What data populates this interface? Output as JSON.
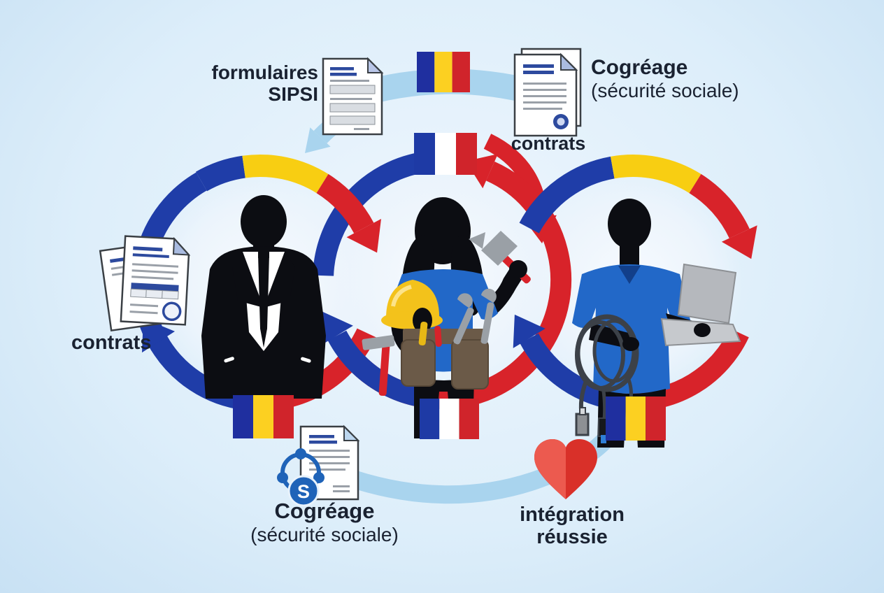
{
  "labels": {
    "sipsi_line1": "formulaires",
    "sipsi_line2": "SIPSI",
    "contrats_top": "contrats",
    "contrats_left": "contrats",
    "cogreage_top": {
      "title": "Cogréage",
      "subtitle": "(sécurité sociale)"
    },
    "cogreage_bottom": {
      "title": "Cogréage",
      "subtitle": "(sécurité sociale)"
    },
    "integration": {
      "line1": "intégration",
      "line2": "réussie"
    },
    "network_icon_letter": "S"
  },
  "colors": {
    "background_center": "#eef6fd",
    "background_edge": "#c8e1f4",
    "arc_blue": "#1f3da8",
    "arc_red": "#d8232a",
    "arc_yellow": "#f8ce12",
    "arc_light_blue": "#a9d4ee",
    "text": "#1a2231",
    "flag_ro_blue": "#1f2f9f",
    "flag_ro_yellow": "#fcd021",
    "flag_ro_red": "#d0242b",
    "flag_fr_blue": "#1e3aa5",
    "flag_fr_white": "#ffffff",
    "flag_fr_red": "#d0242b",
    "heart_left": "#ec5a4f",
    "heart_right": "#d93029",
    "silhouette": "#0c0d12",
    "shirt_blue": "#2268c8",
    "helmet_yellow": "#f3c21b",
    "laptop_gray": "#b5b8bd",
    "doc_blue": "#2d4a9e",
    "doc_gray": "#9aa0a8",
    "network_blue": "#1f63b8",
    "toolbelt_brown": "#6b5a48"
  },
  "icons": [
    "sipsi-document-icon",
    "contracts-document-top-icon",
    "contracts-documents-left-icon",
    "cogreage-document-icon",
    "network-share-icon",
    "heart-icon",
    "romania-flag-top-icon",
    "france-flag-top-icon",
    "romania-flag-bottom-left-icon",
    "france-flag-bottom-icon",
    "romania-flag-bottom-right-icon",
    "employer-silhouette",
    "construction-worker-silhouette",
    "it-worker-silhouette"
  ]
}
